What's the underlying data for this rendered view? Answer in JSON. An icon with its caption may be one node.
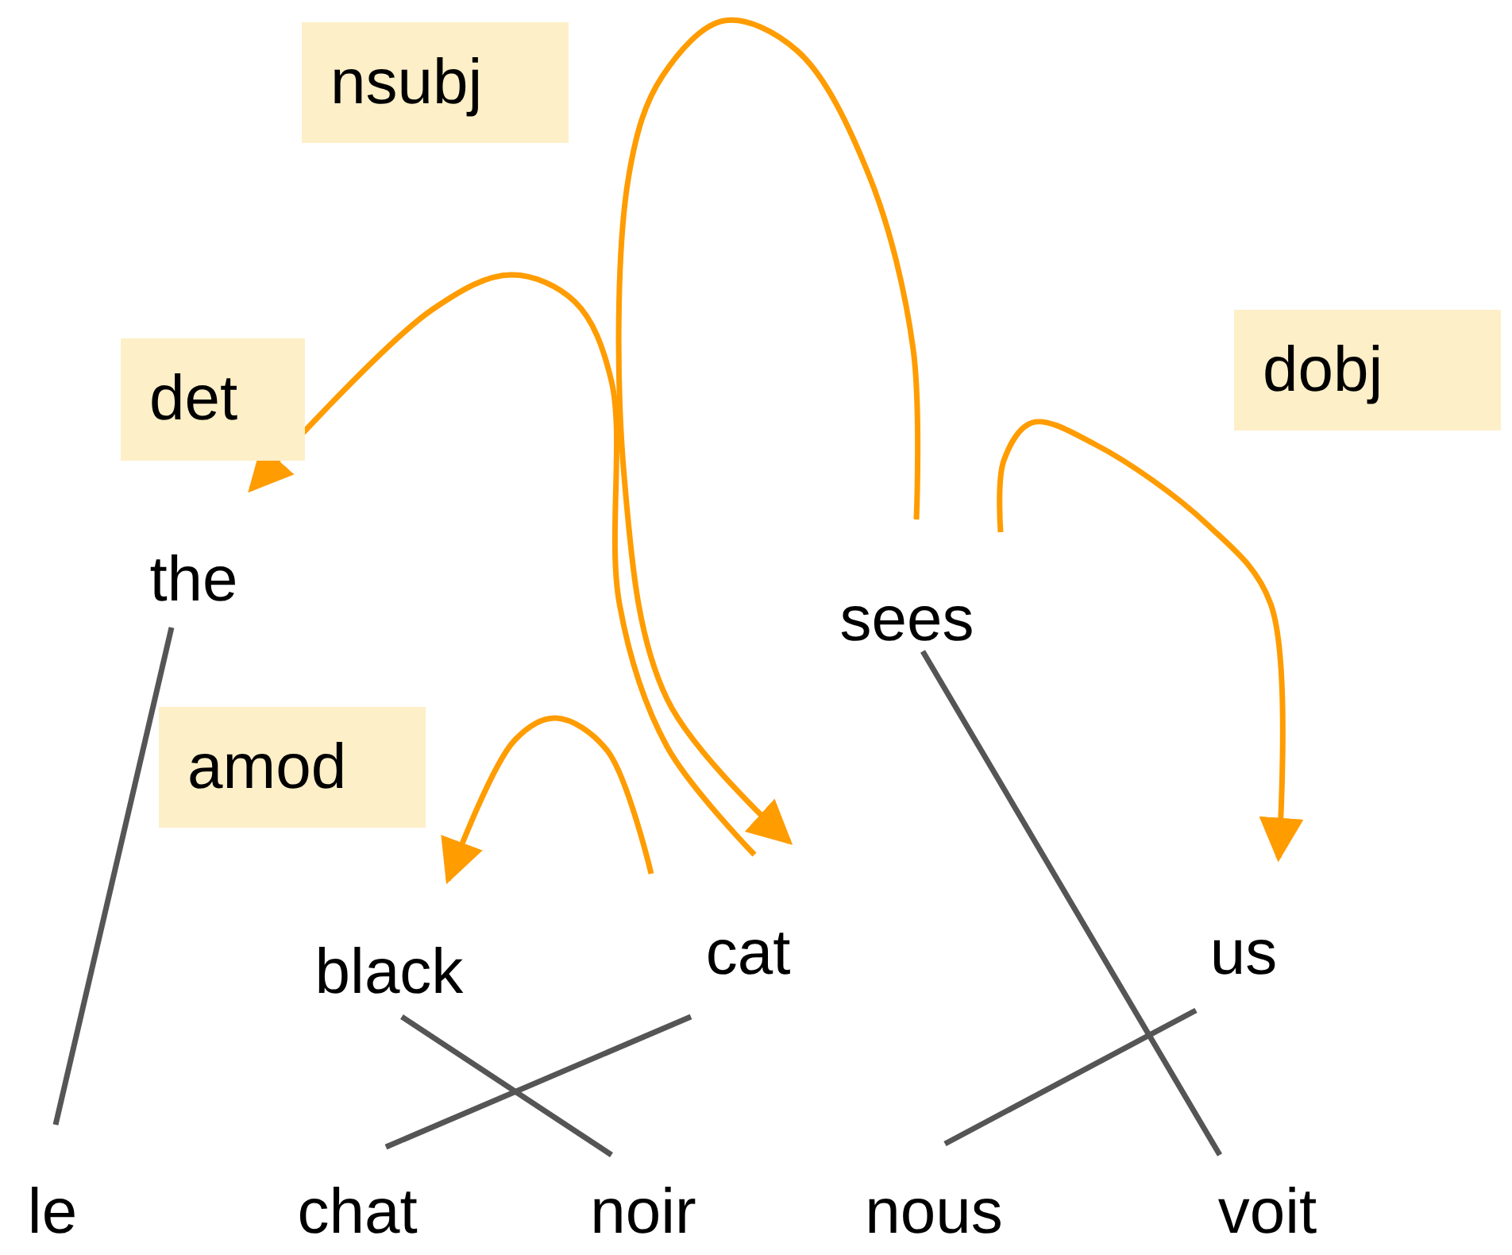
{
  "diagram": {
    "nodes": [
      {
        "text": [
          "the"
        ]
      },
      {
        "text": [
          "black"
        ]
      },
      {
        "text": [
          "cat"
        ]
      },
      {
        "text": [
          "sees"
        ]
      },
      {
        "text": [
          "us"
        ]
      },
      {
        "text": [
          "le"
        ]
      },
      {
        "text": [
          "chat"
        ]
      },
      {
        "text": [
          "noir"
        ]
      },
      {
        "text": [
          "nous"
        ]
      },
      {
        "text": [
          "voit"
        ]
      }
    ],
    "edges": [
      {
        "from": 2,
        "to": 0,
        "arrow": "to",
        "color": "#ff9c00"
      },
      {
        "from": 3,
        "to": 2,
        "arrow": "to",
        "color": "#ff9c00"
      },
      {
        "from": 2,
        "to": 1,
        "arrow": "to",
        "color": "#ff9c00"
      },
      {
        "from": 3,
        "to": 4,
        "arrow": "to",
        "color": "#ff9c00"
      },
      {
        "from": 0,
        "to": 5,
        "arrow": "none"
      },
      {
        "from": 1,
        "to": 7,
        "arrow": "none"
      },
      {
        "from": 2,
        "to": 6,
        "arrow": "none"
      },
      {
        "from": 3,
        "to": 9,
        "arrow": "none"
      },
      {
        "from": 4,
        "to": 8,
        "arrow": "none"
      }
    ],
    "labels": [
      "nsubj",
      "det",
      "dobj",
      "amod"
    ]
  }
}
